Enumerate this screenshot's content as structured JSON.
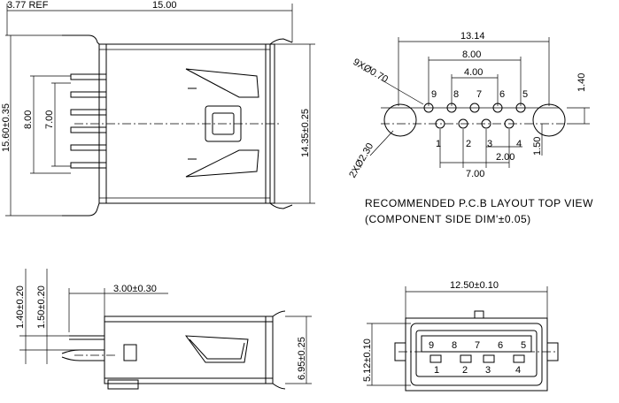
{
  "front_view": {
    "dims": {
      "ref": "3.77 REF",
      "width": "15.00",
      "outer_height": "15.60±0.35",
      "pin_span_outer": "8.00",
      "pin_span_inner": "7.00",
      "body_height": "14.35±0.25"
    }
  },
  "pcb_layout": {
    "dims": {
      "overall": "13.14",
      "span_8": "8.00",
      "span_4": "4.00",
      "hole_spec": "9XØ0.70",
      "mount_spec": "2XØ2.30",
      "row_pitch_top": "1.40",
      "row_offset": "1.50",
      "span_7": "7.00",
      "span_2": "2.00"
    },
    "pin_labels_top": [
      "9",
      "8",
      "7",
      "6",
      "5"
    ],
    "pin_labels_bottom": [
      "1",
      "2",
      "3",
      "4"
    ],
    "caption_line1": "RECOMMENDED P.C.B LAYOUT TOP VIEW",
    "caption_line2": "(COMPONENT SIDE DIM'±0.05)"
  },
  "side_view": {
    "dims": {
      "pin_offset_a": "1.40±0.20",
      "pin_offset_b": "1.50±0.20",
      "pin_length": "3.00±0.30",
      "height": "6.95±0.25"
    }
  },
  "end_view": {
    "dims": {
      "width": "12.50±0.10",
      "height": "5.12±0.10"
    },
    "pin_labels_top": [
      "9",
      "8",
      "7",
      "6",
      "5"
    ],
    "pin_labels_bottom": [
      "1",
      "2",
      "3",
      "4"
    ]
  }
}
